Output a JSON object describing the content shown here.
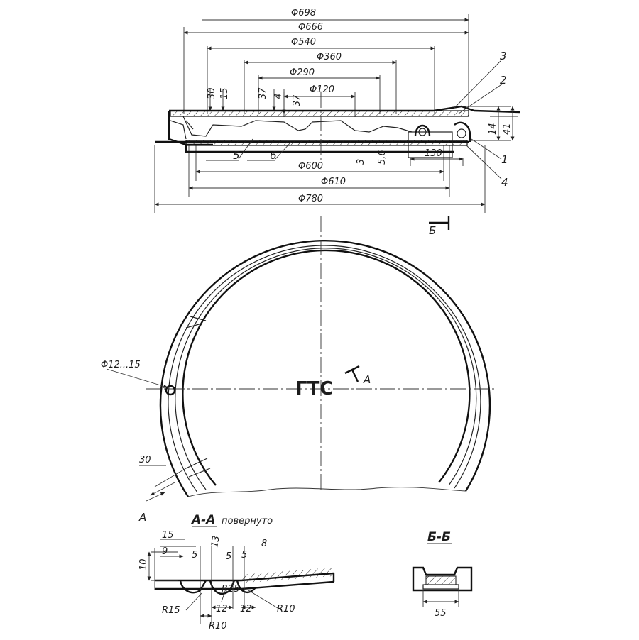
{
  "top_view": {
    "dims_top": [
      "Φ698",
      "Φ666",
      "Φ540",
      "Φ360",
      "Φ290",
      "Φ120"
    ],
    "dims_bottom": [
      "Φ600",
      "Φ610",
      "Φ780"
    ],
    "small_dims": [
      "30",
      "15",
      "37",
      "4",
      "37"
    ],
    "right_dims": [
      "14",
      "41"
    ],
    "inner_dims": [
      "3",
      "5,6"
    ],
    "hinge_dim": "130",
    "callouts": [
      "3",
      "2",
      "1",
      "4",
      "5",
      "6"
    ]
  },
  "plan_view": {
    "hole_label": "Φ12...15",
    "marking": "ГТС",
    "section_letter": "А",
    "section_letter_b": "Б",
    "slot_dim": "30"
  },
  "section_aa": {
    "title": "А-А",
    "note": "повернуто",
    "dims": [
      "15",
      "9",
      "10",
      "5",
      "13",
      "5",
      "8",
      "5",
      "12",
      "12"
    ],
    "radii": [
      "R15",
      "R15",
      "R10",
      "R10"
    ]
  },
  "section_bb": {
    "title": "Б-Б",
    "dim": "55"
  }
}
